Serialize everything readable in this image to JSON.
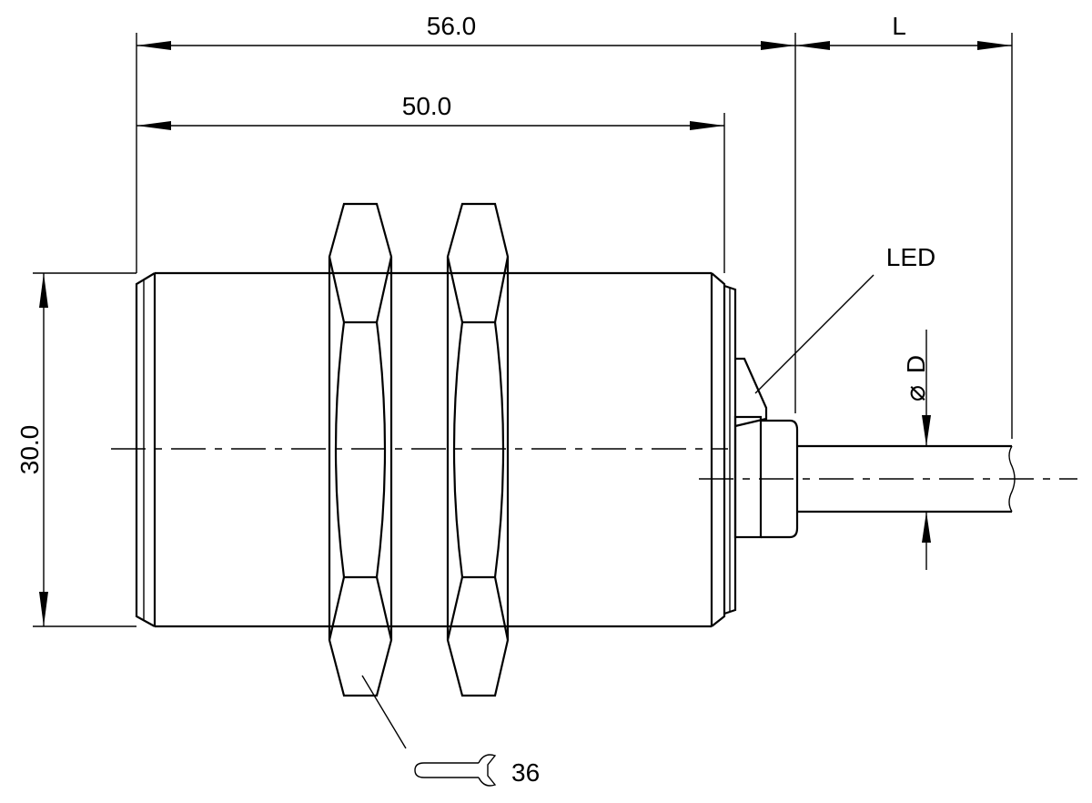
{
  "dimensions": {
    "overall_length": "56.0",
    "thread_length": "50.0",
    "cable_length": "L",
    "diameter": "30.0",
    "cable_diameter_symbol": "⌀",
    "cable_diameter": "D"
  },
  "labels": {
    "led": "LED",
    "wrench_size": "36"
  },
  "icons": {
    "wrench": "wrench-icon"
  },
  "colors": {
    "line": "#000000",
    "background": "#ffffff"
  }
}
